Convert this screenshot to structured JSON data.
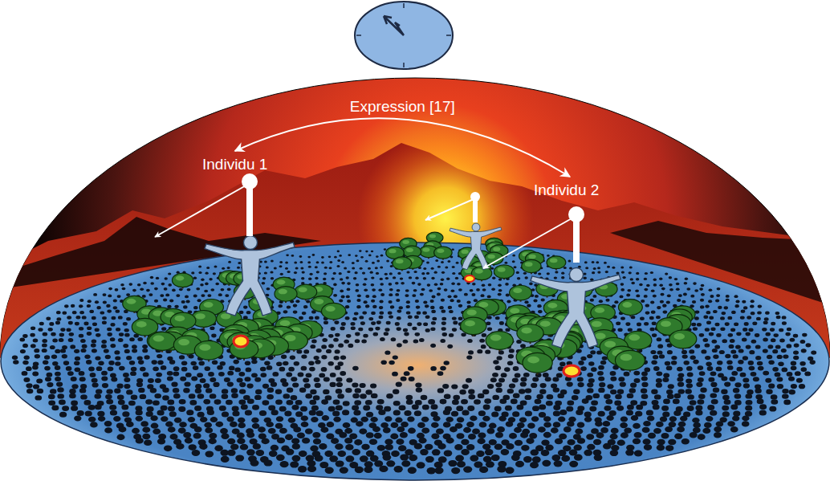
{
  "diagram": {
    "nodes": [
      {
        "text": [
          "Individu 1"
        ]
      },
      {
        "text": [
          "Individu 2"
        ]
      }
    ],
    "edges": [
      {
        "from": 0,
        "to": 1,
        "arrow": "both",
        "label": "Expression [17]"
      }
    ]
  }
}
